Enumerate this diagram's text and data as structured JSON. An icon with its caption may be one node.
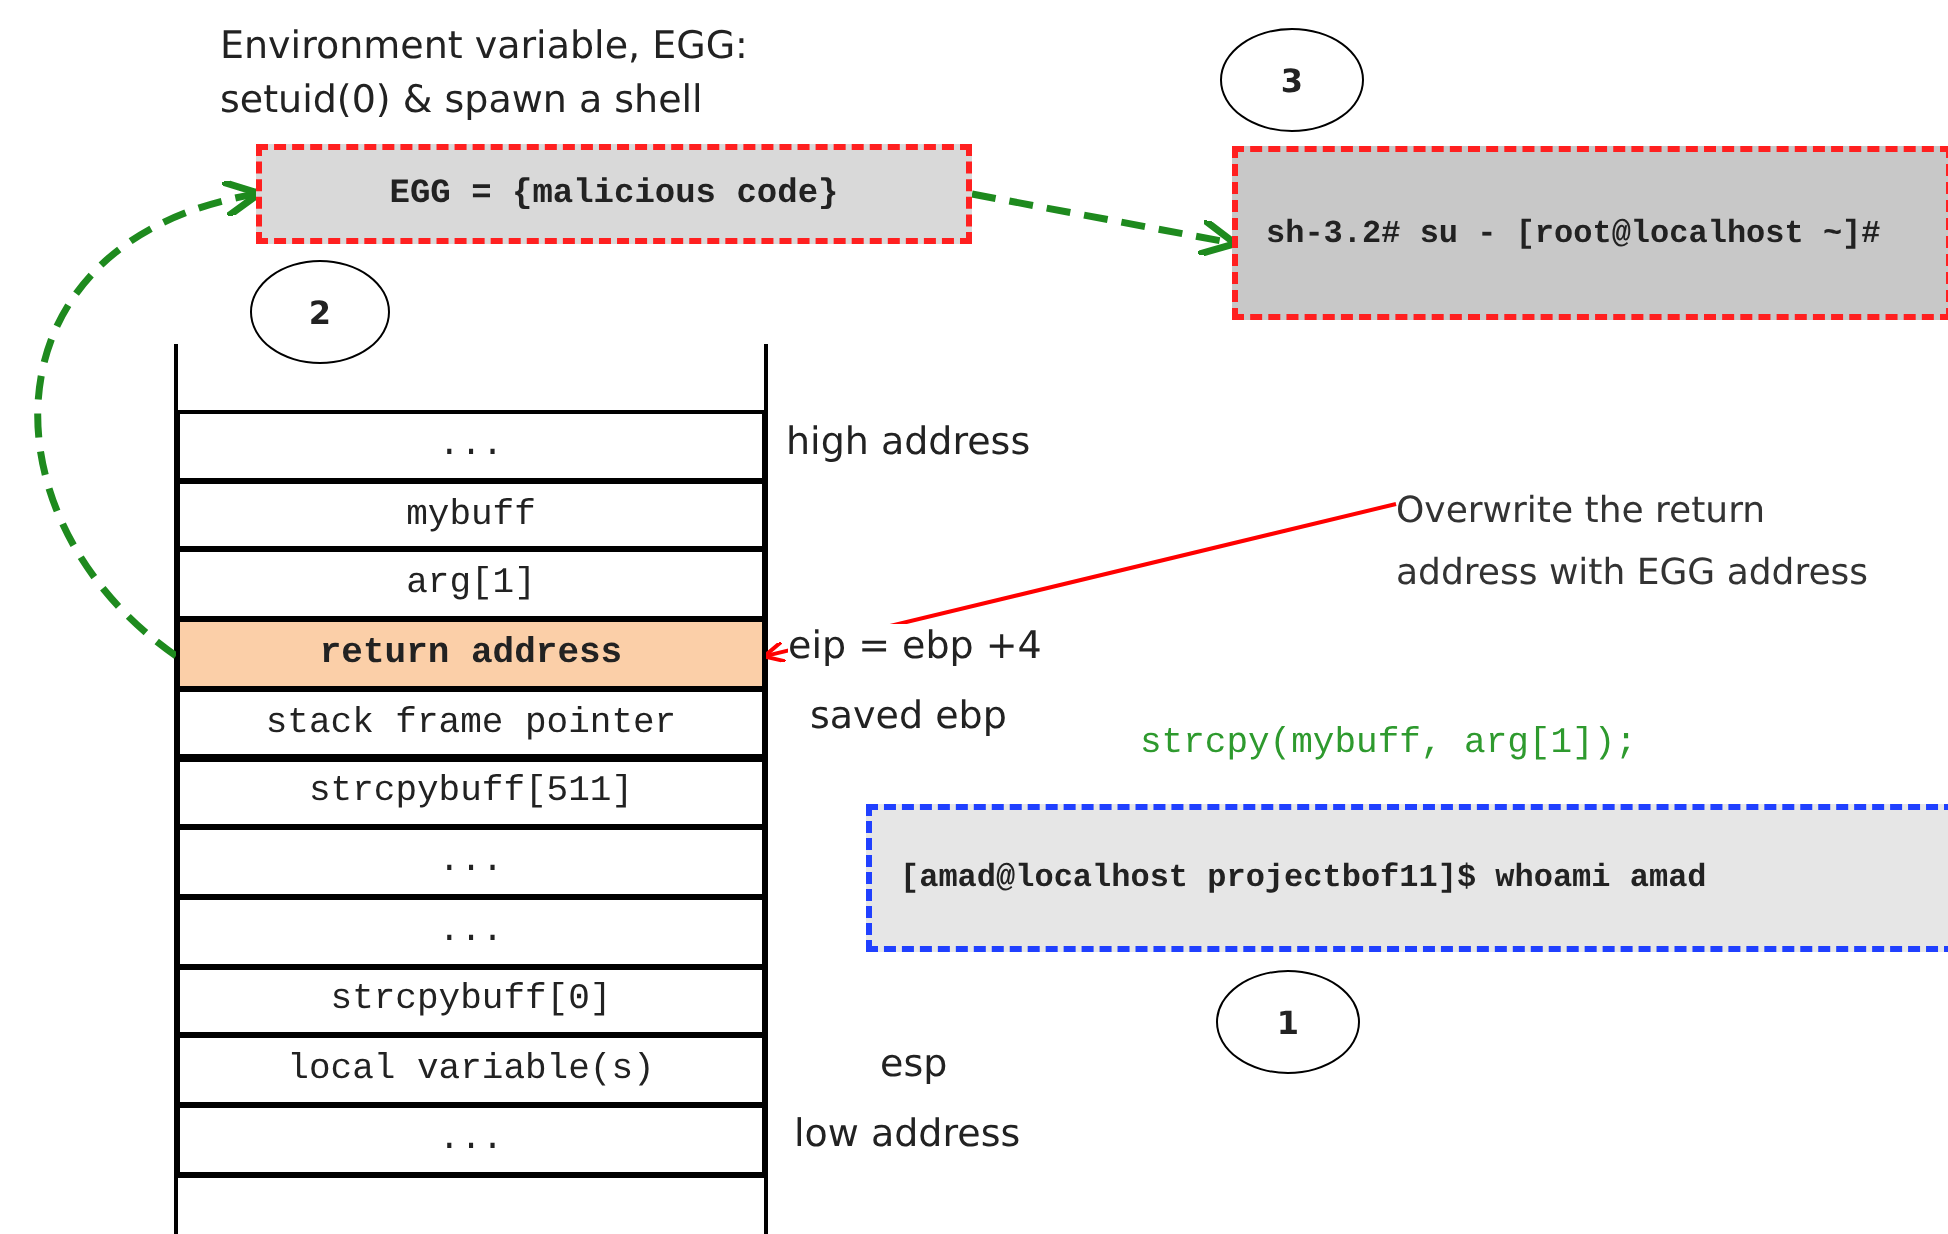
{
  "diagram": {
    "nodes": [
      {
        "text": [
          "EGG = {malicious code}"
        ],
        "beside": [
          "Environment variable, EGG: setuid(0) & spawn a shell"
        ]
      },
      {
        "text": [
          "sh-3.2# su - [root@localhost ~]#"
        ]
      },
      {
        "text": [
          "3"
        ]
      },
      {
        "text": [
          "2"
        ]
      },
      {
        "text": [
          "1"
        ]
      },
      {
        "text": [
          "..."
        ]
      },
      {
        "text": [
          "mybuff"
        ]
      },
      {
        "text": [
          "arg[1]"
        ]
      },
      {
        "text": [
          "return address"
        ]
      },
      {
        "text": [
          "stack frame pointer"
        ]
      },
      {
        "text": [
          "strcpybuff[511]"
        ]
      },
      {
        "text": [
          "..."
        ]
      },
      {
        "text": [
          "..."
        ]
      },
      {
        "text": [
          "strcpybuff[0]"
        ]
      },
      {
        "text": [
          "local variable(s)"
        ]
      },
      {
        "text": [
          "..."
        ]
      },
      {
        "text": [
          "Overwrite the return address with EGG address"
        ]
      },
      {
        "text": [
          "[amad@localhost projectbof11]$ whoami amad"
        ]
      }
    ],
    "edges": [
      {
        "from": 8,
        "to": 0,
        "arrow": "to",
        "style": "dashed"
      },
      {
        "from": 0,
        "to": 1,
        "arrow": "to",
        "style": "dashed"
      },
      {
        "from": 16,
        "to": 8,
        "arrow": "to",
        "color": "#ff0000"
      }
    ],
    "labels": [
      "high address",
      "eip = ebp +4",
      "saved ebp",
      "strcpy(mybuff, arg[1]);",
      "esp",
      "low address"
    ]
  }
}
